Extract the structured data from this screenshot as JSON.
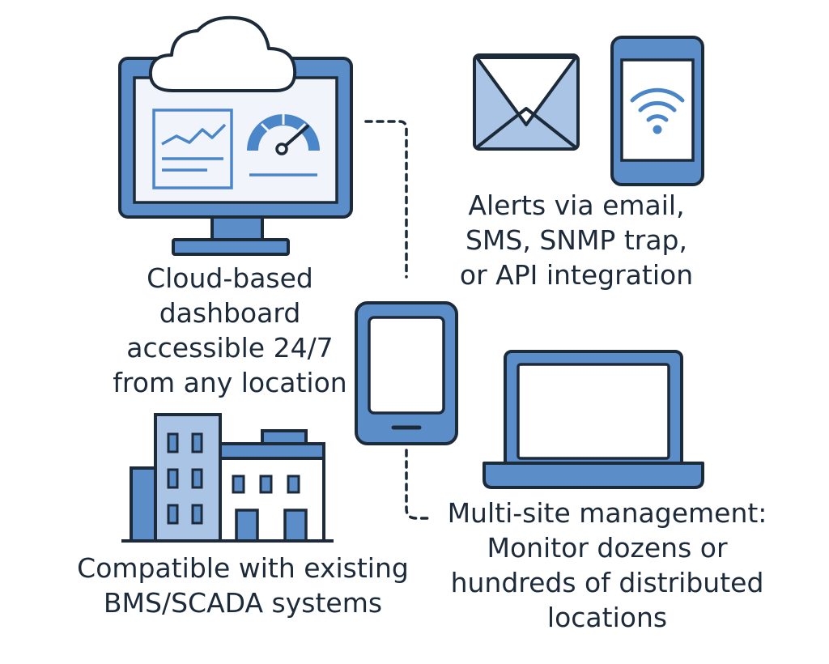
{
  "colors": {
    "stroke": "#1c2a3a",
    "primary_blue": "#5b8ec9",
    "light_blue": "#a9c4e4",
    "pale_fill": "#f1f5fb",
    "accent_blue": "#4a86c8",
    "white": "#ffffff"
  },
  "icons": {
    "dashboard": [
      "cloud-icon",
      "monitor-icon",
      "line-chart-icon",
      "gauge-icon"
    ],
    "alerts": [
      "envelope-icon",
      "smartphone-icon",
      "wifi-signal-icon"
    ],
    "center": [
      "tablet-icon"
    ],
    "bms": [
      "buildings-icon"
    ],
    "multisite": [
      "laptop-icon"
    ]
  },
  "captions": {
    "dashboard": [
      "Cloud-based",
      "dashboard",
      "accessible 24/7",
      "from any location"
    ],
    "alerts": [
      "Alerts via email,",
      "SMS, SNMP trap,",
      "or API integration"
    ],
    "bms": [
      "Compatible with existing",
      "BMS/SCADA systems"
    ],
    "multisite": [
      "Multi-site management:",
      "Monitor dozens or",
      "hundreds of distributed",
      "locations"
    ]
  }
}
